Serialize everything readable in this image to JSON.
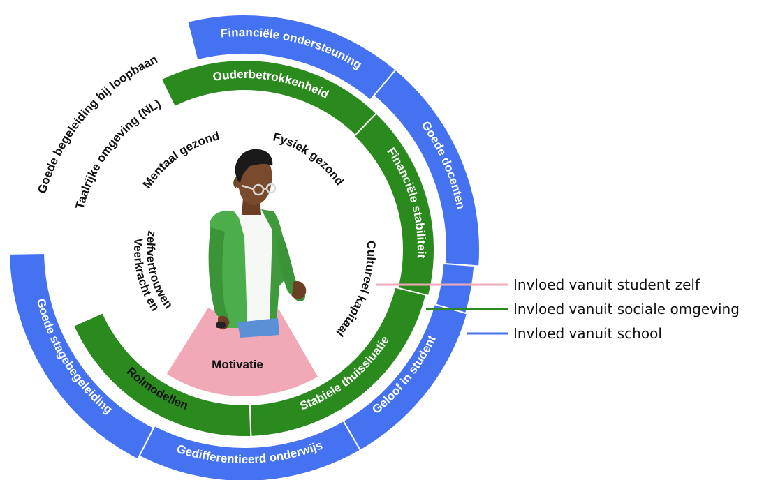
{
  "colors": {
    "school": "#4472f0",
    "social": "#2a8a1e",
    "student": "#f1a9b8",
    "white": "#ffffff",
    "text_dark": "#111111"
  },
  "outer_ring": [
    {
      "label": "Financiële ondersteuning",
      "fill": "school",
      "text": "white"
    },
    {
      "label": "Goede docenten",
      "fill": "school",
      "text": "white"
    },
    {
      "label": "Geloof in student",
      "fill": "school",
      "text": "white"
    },
    {
      "label": "Gedifferentieerd onderwijs",
      "fill": "school",
      "text": "white"
    },
    {
      "label": "Goede stagebegeleiding",
      "fill": "school",
      "text": "white"
    },
    {
      "label": "Goede begeleiding bij loopbaan",
      "fill": "white",
      "text": "dark"
    }
  ],
  "middle_ring": [
    {
      "label": "Ouderbetrokkenheid",
      "fill": "social",
      "text": "white"
    },
    {
      "label": "Financiële stabiliteit",
      "fill": "social",
      "text": "white"
    },
    {
      "label": "Stabiele thuissiuatie",
      "fill": "social",
      "text": "white"
    },
    {
      "label": "Rolmodellen",
      "fill": "social",
      "text": "dark"
    },
    {
      "label": "Taalrijke omgeving (NL)",
      "fill": "white",
      "text": "dark"
    }
  ],
  "inner_labels": [
    {
      "label": "Mentaal gezond"
    },
    {
      "label": "Fysiek gezond"
    },
    {
      "label": "Cultureel kapitaal"
    },
    {
      "label": "Veerkracht en"
    },
    {
      "label": "zelfvertrouwen"
    }
  ],
  "center_segment": {
    "label": "Motivatie",
    "fill": "student"
  },
  "figure": {
    "name": "student"
  },
  "legend": [
    {
      "label": "Invloed vanuit student zelf",
      "color": "student"
    },
    {
      "label": "Invloed vanuit sociale omgeving",
      "color": "social"
    },
    {
      "label": "Invloed vanuit school",
      "color": "school"
    }
  ]
}
